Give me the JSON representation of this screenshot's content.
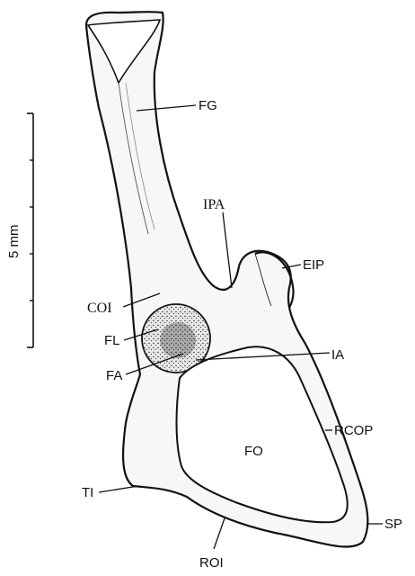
{
  "scale_bar": {
    "label": "5 mm"
  },
  "labels": {
    "fg": "FG",
    "ipa": "IPA",
    "eip": "EIP",
    "coi": "COI",
    "fl": "FL",
    "fa": "FA",
    "ia": "IA",
    "fo": "FO",
    "rcop": "RCOP",
    "ti": "TI",
    "sp": "SP",
    "roi": "ROI"
  }
}
